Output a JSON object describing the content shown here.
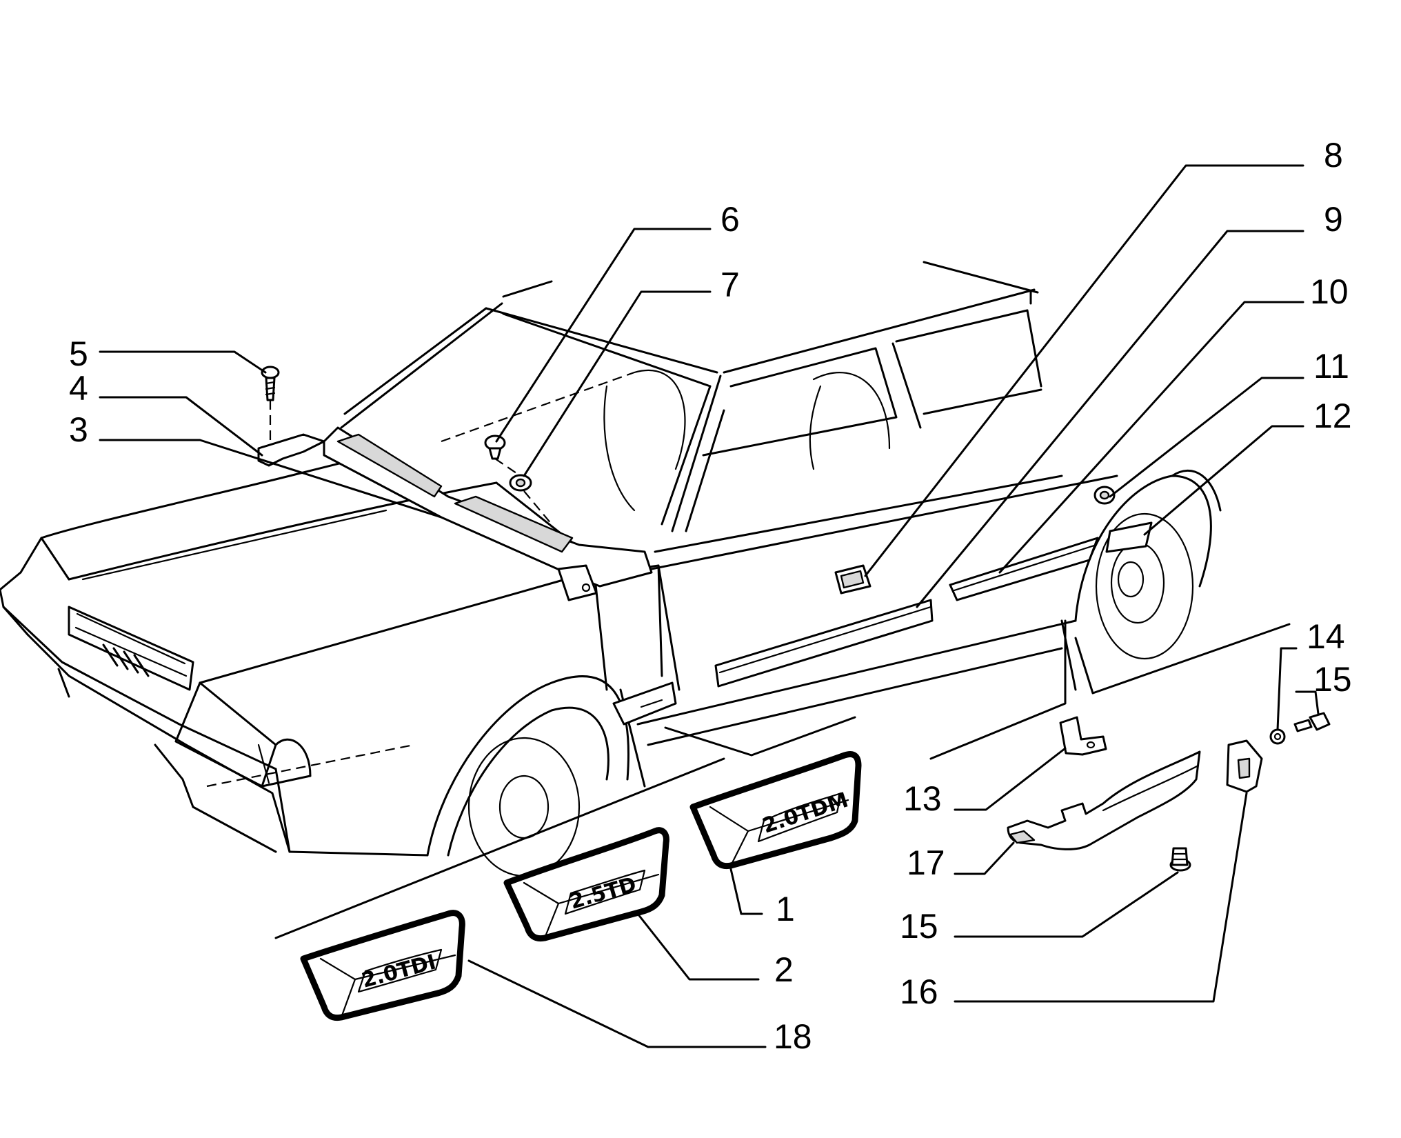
{
  "callouts": [
    {
      "id": "1",
      "label": "1",
      "part": "badge-2-0-tdm"
    },
    {
      "id": "2",
      "label": "2",
      "part": "badge-2-5-td"
    },
    {
      "id": "3",
      "label": "3",
      "part": "cowl-panel"
    },
    {
      "id": "4",
      "label": "4",
      "part": "cowl-end-bracket"
    },
    {
      "id": "5",
      "label": "5",
      "part": "screw"
    },
    {
      "id": "6",
      "label": "6",
      "part": "clip"
    },
    {
      "id": "7",
      "label": "7",
      "part": "grommet"
    },
    {
      "id": "8",
      "label": "8",
      "part": "door-handle-escutcheon"
    },
    {
      "id": "9",
      "label": "9",
      "part": "front-door-moulding"
    },
    {
      "id": "10",
      "label": "10",
      "part": "rear-door-moulding"
    },
    {
      "id": "11",
      "label": "11",
      "part": "rear-grommet"
    },
    {
      "id": "12",
      "label": "12",
      "part": "quarter-moulding"
    },
    {
      "id": "13",
      "label": "13",
      "part": "sill-bracket"
    },
    {
      "id": "14",
      "label": "14",
      "part": "washer"
    },
    {
      "id": "15a",
      "label": "15",
      "part": "bolt-upper"
    },
    {
      "id": "15b",
      "label": "15",
      "part": "bolt-lower"
    },
    {
      "id": "16",
      "label": "16",
      "part": "sill-end-cap"
    },
    {
      "id": "17",
      "label": "17",
      "part": "sill-guard"
    },
    {
      "id": "18",
      "label": "18",
      "part": "badge-2-0-tdi"
    }
  ],
  "badges": {
    "tdm": "2.0TDM",
    "td": "2.5TD",
    "tdi": "2.0TDI"
  }
}
